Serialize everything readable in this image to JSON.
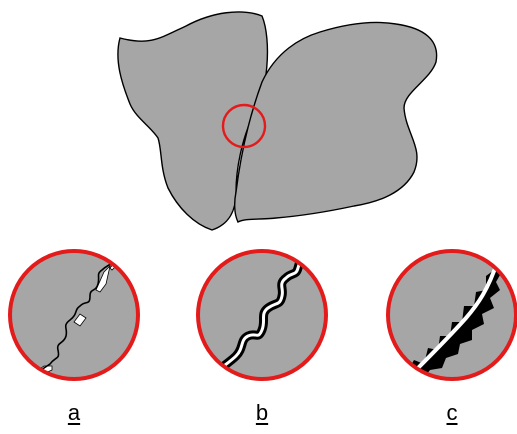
{
  "panels": [
    {
      "id": "a",
      "label": "a"
    },
    {
      "id": "b",
      "label": "b"
    },
    {
      "id": "c",
      "label": "c"
    }
  ],
  "colors": {
    "grain_fill": "#a6a6a6",
    "outline": "#000000",
    "highlight_ring": "#e31b1b",
    "gap": "#ffffff",
    "background": "#ffffff"
  }
}
